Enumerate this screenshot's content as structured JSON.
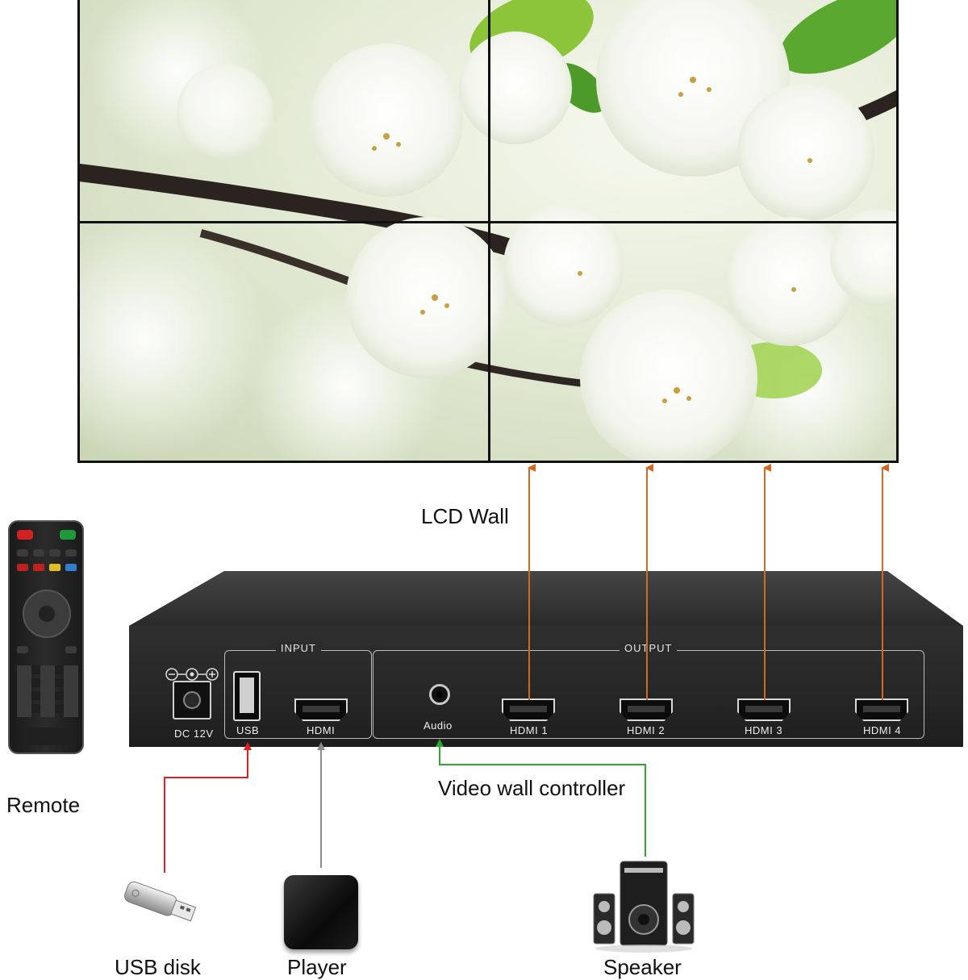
{
  "labels": {
    "lcd_wall": "LCD Wall",
    "controller": "Video wall controller",
    "remote": "Remote",
    "usb_disk": "USB disk",
    "player": "Player",
    "speaker": "Speaker"
  },
  "controller": {
    "input_title": "INPUT",
    "output_title": "OUTPUT",
    "dc_label": "DC 12V",
    "usb_label": "USB",
    "hdmi_in_label": "HDMI",
    "audio_label": "Audio",
    "outputs": [
      "HDMI 1",
      "HDMI 2",
      "HDMI 3",
      "HDMI 4"
    ]
  },
  "colors": {
    "output_arrow": "#d2691e",
    "usb_line": "#e02020",
    "player_line": "#8c8c8c",
    "audio_line": "#2ea82e"
  },
  "icons": {
    "dc_polarity": "dc-polarity-icon",
    "remote": "remote-control-icon",
    "usb_disk": "usb-flash-drive-icon",
    "player": "media-player-box-icon",
    "speaker": "speaker-system-icon"
  }
}
